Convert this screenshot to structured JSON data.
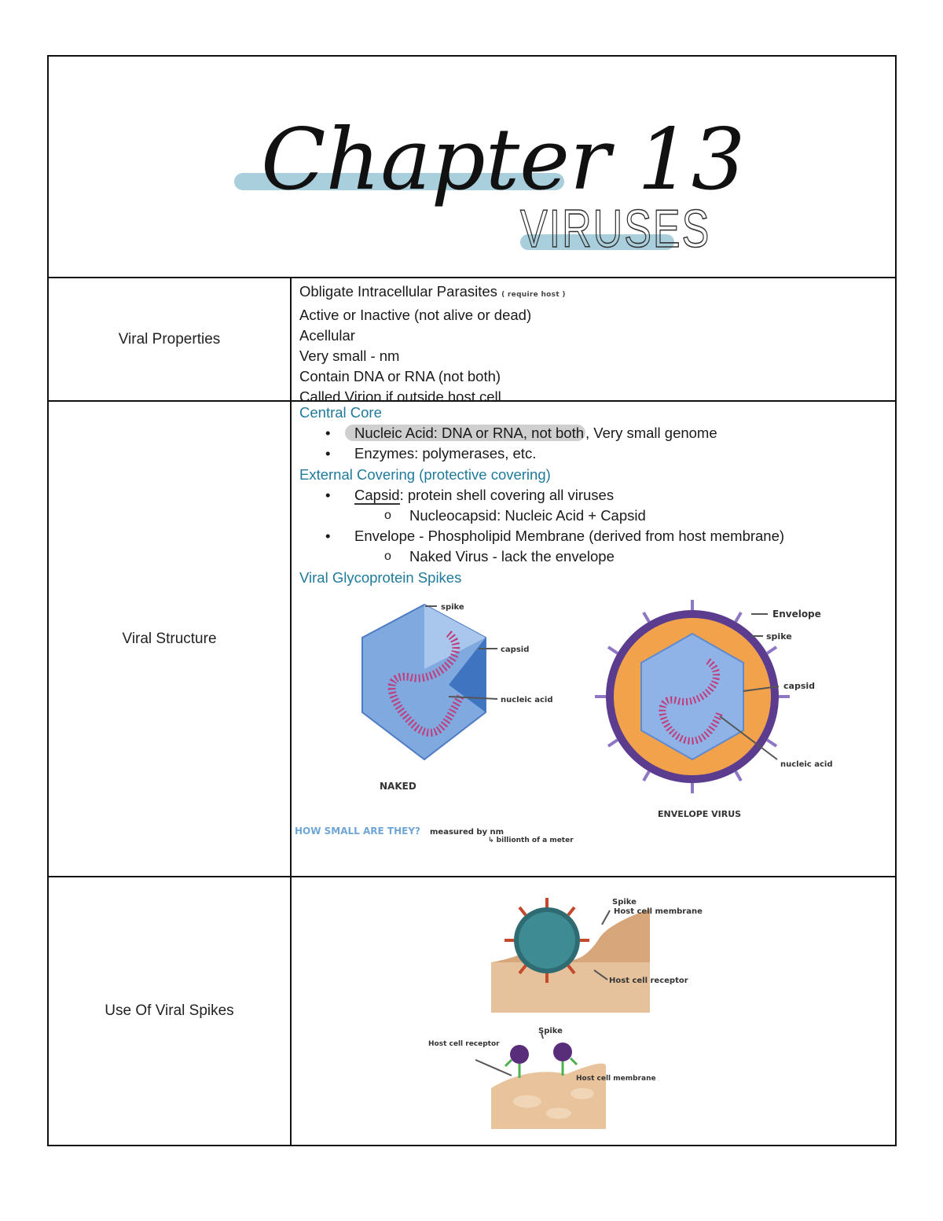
{
  "header": {
    "title_script": "Chapter 13",
    "subtitle": "VIRUSES",
    "accent_color": "#a9cfdd"
  },
  "rows": [
    {
      "label": "Viral Properties",
      "lines": [
        "Obligate Intracellular Parasites",
        "Active or Inactive (not alive or dead)",
        "Acellular",
        "Very small - nm",
        "Contain DNA or RNA (not both)",
        "Called Virion if outside host cell"
      ],
      "handwritten_note": "( require host )"
    },
    {
      "label": "Viral Structure",
      "central_core": {
        "heading": "Central Core",
        "bullets": [
          {
            "highlight": "Nucleic Acid:  DNA or RNA, not both",
            "rest": ", Very small genome"
          },
          {
            "text": "Enzymes: polymerases, etc."
          }
        ]
      },
      "external_covering": {
        "heading": "External Covering (protective covering)",
        "capsid_label": "Capsid",
        "capsid_rest": ":  protein shell covering all viruses",
        "capsid_sub": "Nucleocapsid: Nucleic Acid + Capsid",
        "envelope": "Envelope - Phospholipid Membrane (derived from host membrane)",
        "envelope_sub": "Naked Virus - lack the envelope"
      },
      "spikes_heading": "Viral Glycoprotein Spikes",
      "diagram_labels": {
        "naked_spike": "spike",
        "naked_capsid": "capsid",
        "naked_nucleic": "nucleic acid",
        "naked_caption": "NAKED",
        "env_envelope": "Envelope",
        "env_spike": "spike",
        "env_capsid": "capsid",
        "env_nucleic": "nucleic acid",
        "env_caption": "ENVELOPE VIRUS"
      },
      "notes": {
        "how_small": "HOW SMALL ARE THEY?",
        "measured": "measured by nm",
        "billionth": "↳ billionth of a meter"
      }
    },
    {
      "label": "Use Of Viral Spikes",
      "diagram_labels": {
        "top_spike": "Spike",
        "top_membrane": "Host cell membrane",
        "top_receptor": "Host cell receptor",
        "bottom_spike": "Spike",
        "bottom_receptor": "Host cell receptor",
        "bottom_membrane": "Host cell membrane"
      }
    }
  ]
}
